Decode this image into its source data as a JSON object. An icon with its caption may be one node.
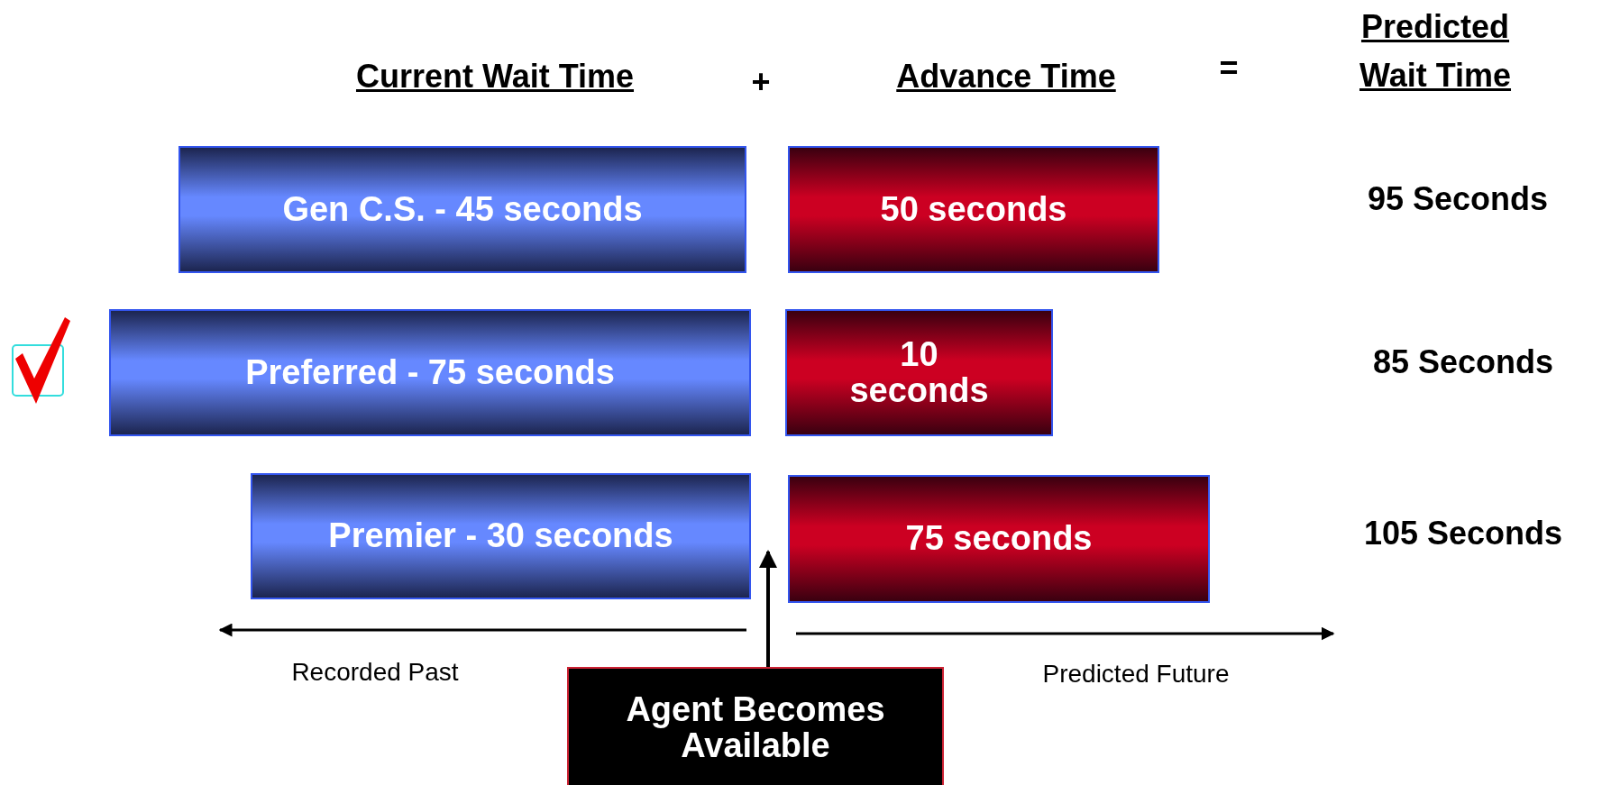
{
  "diagram": {
    "nodes": [
      {
        "text": [
          "Gen C.S. - 45 seconds"
        ]
      },
      {
        "text": [
          "50 seconds"
        ]
      },
      {
        "text": [
          "Preferred - 75 seconds"
        ]
      },
      {
        "text": [
          "10 seconds"
        ]
      },
      {
        "text": [
          "Premier - 30 seconds"
        ]
      },
      {
        "text": [
          "75 seconds"
        ]
      },
      {
        "text": [
          "Agent Becomes Available"
        ]
      }
    ],
    "edges": [
      {
        "from": 6,
        "to": 5,
        "arrow": "to"
      }
    ],
    "labels": [
      "Current Wait Time",
      "+",
      "Advance Time",
      "=",
      "Predicted Wait Time",
      "95 Seconds",
      "85 Seconds",
      "105 Seconds",
      "Recorded Past",
      "Predicted Future"
    ]
  }
}
